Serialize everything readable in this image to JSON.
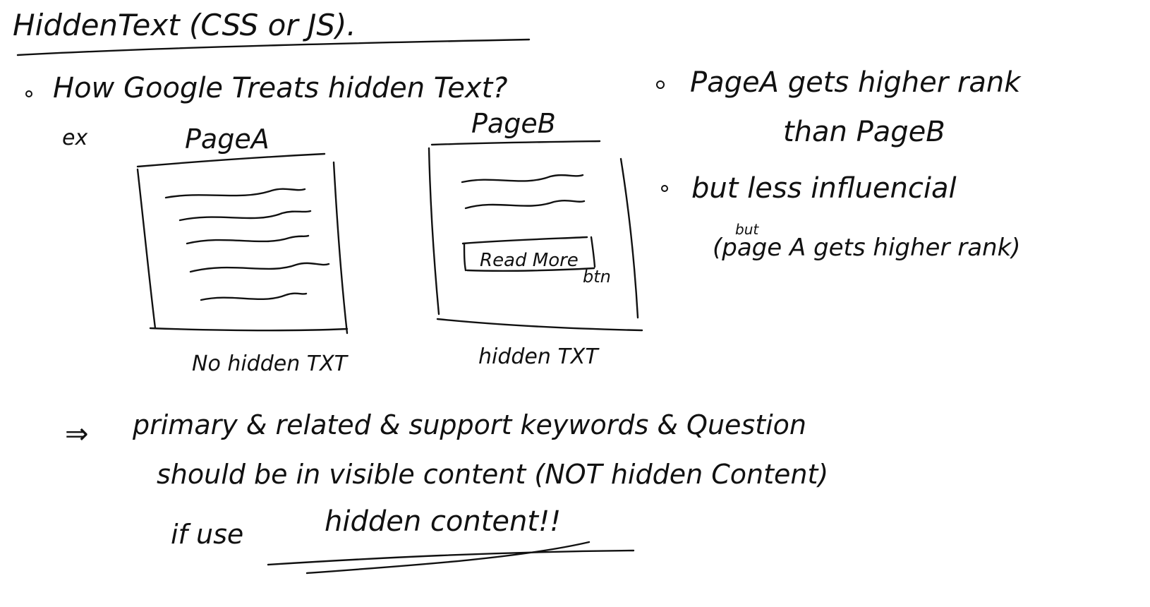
{
  "title": "HiddenText (CSS or JS).",
  "question": "How Google Treats hidden Text?",
  "example_label": "ex",
  "page_a": {
    "label": "PageA",
    "caption": "No hidden TXT"
  },
  "page_b": {
    "label": "PageB",
    "caption": "hidden TXT",
    "button_text": "Read More",
    "button_note": "btn"
  },
  "bullets": [
    {
      "line1": "PageA gets higher rank",
      "line2": "than PageB"
    },
    {
      "line1": "but less influencial",
      "line2": "(page A gets higher rank)",
      "insert": "but"
    }
  ],
  "conclusion": {
    "arrow": "⇒",
    "line1": "primary & related & support keywords & Question",
    "line2": "should be in visible content (NOT hidden Content)",
    "line3_prefix": "if use",
    "line3_emphasis": "hidden content!!"
  }
}
